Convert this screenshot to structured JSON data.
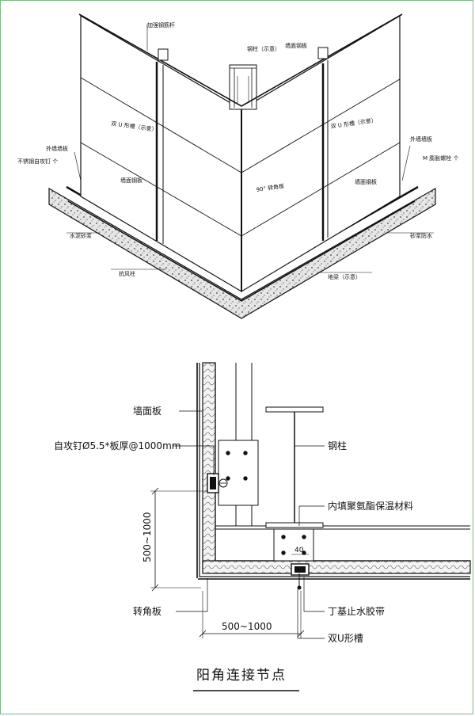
{
  "iso": {
    "top_gauge_left": "加强钢筋杆",
    "steel_col_top": "钢柱（示意）",
    "top_board_right": "墙面钢板",
    "left_double_u": "双 U 形槽（示意）",
    "right_double_u": "双 U 形槽（示意）",
    "left_wall_panel": "墙面钢板",
    "right_wall_panel": "墙面钢板",
    "angle_90": "90° 转角板",
    "left_edge_top": "外墙墙板",
    "left_edge_bottom": "不锈钢自攻钉 个",
    "right_edge_top": "外墙墙板",
    "right_edge_bottom": "M 膨胀螺栓 个",
    "base_left_1": "水泥砂浆",
    "base_left_2": "抗风柱",
    "base_right_1": "砂浆防水",
    "base_right_2": "地梁（示意）"
  },
  "detail": {
    "wall_panel": "墙面板",
    "screw": "自攻钉Ø5.5*板厚@1000mm",
    "steel_column": "钢柱",
    "insulation": "内填聚氨酯保温材料",
    "dim_vertical": "500~1000",
    "dim_horizontal": "500~1000",
    "corner_board": "转角板",
    "waterstop": "丁基止水胶带",
    "double_u": "双U形槽",
    "dim_40": "40"
  },
  "title": "阳角连接节点",
  "colors": {
    "ink": "#111111",
    "frame": "#7fb88a",
    "concrete": "#d9d9d9",
    "panel": "#ffffff"
  }
}
